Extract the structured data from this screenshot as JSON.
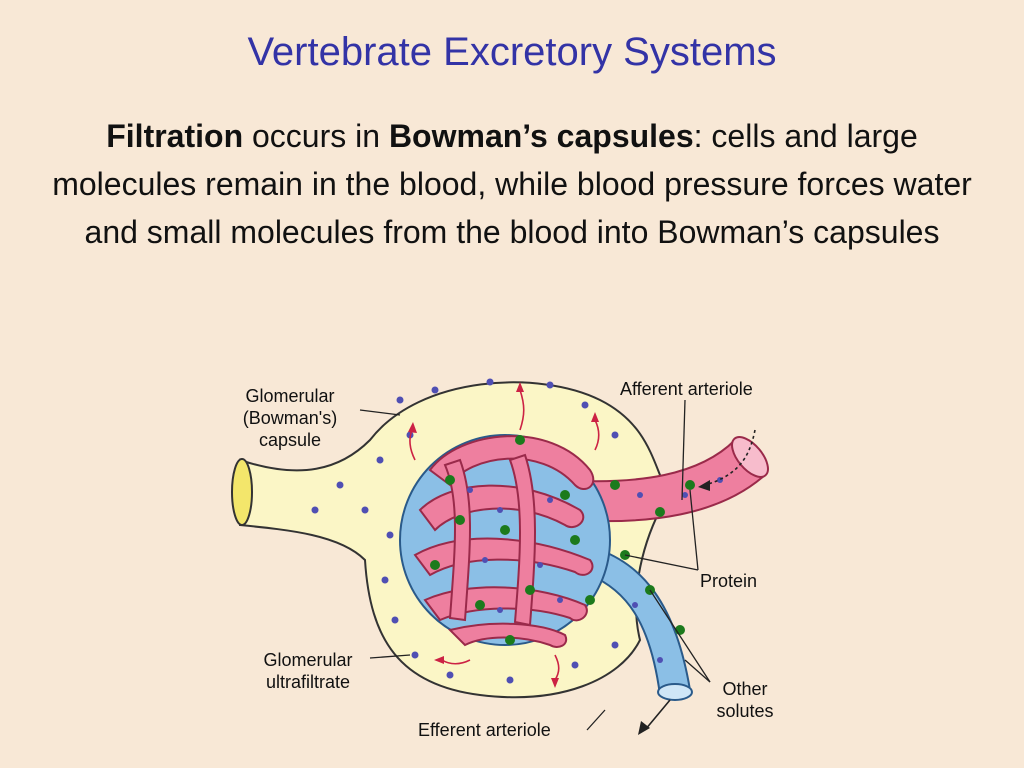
{
  "slide": {
    "title": "Vertebrate Excretory Systems",
    "body": {
      "term1": "Filtration",
      "text1": " occurs in ",
      "term2": "Bowman’s capsules",
      "text2": ":  cells and large molecules remain in the blood, while blood pressure forces water and small molecules from the blood into Bowman’s capsules"
    }
  },
  "diagram": {
    "labels": {
      "capsule_1": "Glomerular",
      "capsule_2": "(Bowman's)",
      "capsule_3": "capsule",
      "afferent": "Afferent arteriole",
      "protein": "Protein",
      "ultra_1": "Glomerular",
      "ultra_2": "ultrafiltrate",
      "other_1": "Other",
      "other_2": "solutes",
      "efferent": "Efferent arteriole"
    },
    "colors": {
      "background": "#f8e8d6",
      "title": "#3333a6",
      "capsule": "#fbf6c6",
      "blood_vessel": "#ee7f9f",
      "efferent_vessel": "#8bbfe6",
      "protein_dot": "#1c7a1c",
      "solute_dot": "#4f4fb3",
      "filtration_arrow": "#cc2244"
    }
  }
}
